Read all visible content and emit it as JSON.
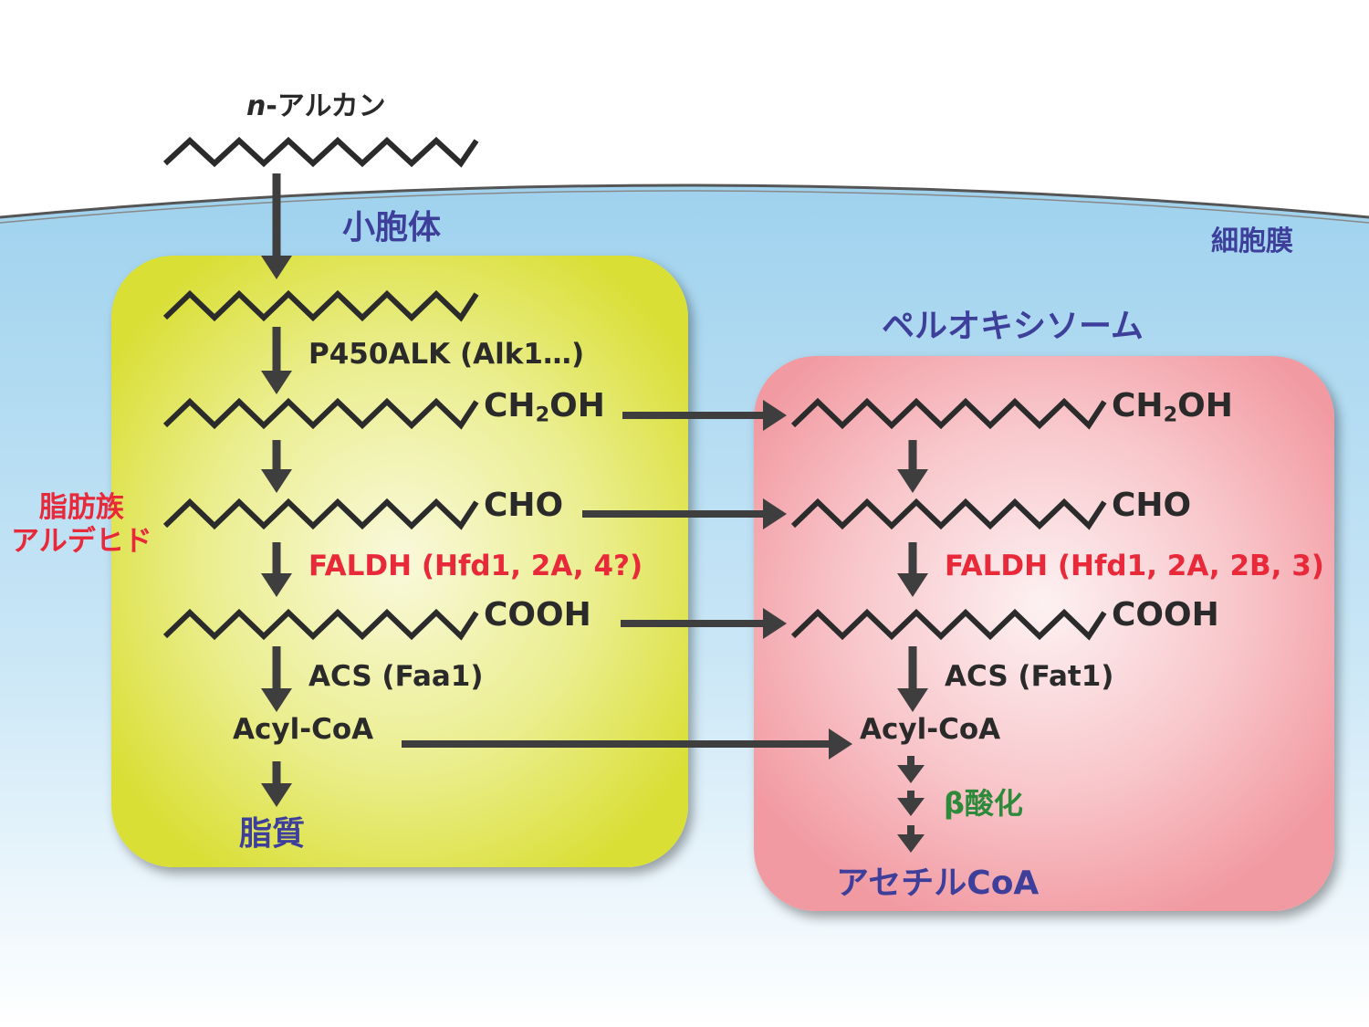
{
  "colors": {
    "cytoplasm": "#b4dcf2",
    "microsome": "#dde33e",
    "peroxisome": "#f5a7ad",
    "arrow": "#3e3e3e",
    "label_blue": "#3d3f9a",
    "label_red": "#e8293a",
    "label_green": "#2e8a3b"
  },
  "substrate": {
    "prefix": "n",
    "name": "-アルカン"
  },
  "membrane_label": "細胞膜",
  "aldehyde_label": {
    "line1": "脂肪族",
    "line2": "アルデヒド"
  },
  "microsome": {
    "title": "小胞体",
    "p450": "P450ALK (Alk1…)",
    "alcohol": {
      "main": "CH",
      "sub": "2",
      "tail": "OH"
    },
    "aldehyde": "CHO",
    "faldh": "FALDH (Hfd1, 2A, 4?)",
    "acid": "COOH",
    "acs": "ACS (Faa1)",
    "acyl_coa": "Acyl-CoA",
    "product": "脂質"
  },
  "peroxisome": {
    "title": "ペルオキシソーム",
    "alcohol": {
      "main": "CH",
      "sub": "2",
      "tail": "OH"
    },
    "aldehyde": "CHO",
    "faldh": "FALDH (Hfd1, 2A, 2B, 3)",
    "acid": "COOH",
    "acs": "ACS (Fat1)",
    "acyl_coa": "Acyl-CoA",
    "beta_oxidation": "β酸化",
    "product": "アセチルCoA"
  }
}
